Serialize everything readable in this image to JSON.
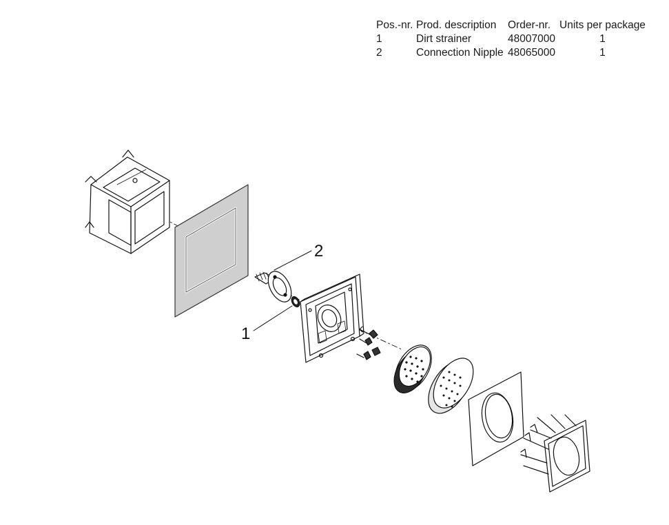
{
  "parts_table": {
    "headers": [
      "Pos.-nr.",
      "Prod. description",
      "Order-nr.",
      "Units per package"
    ],
    "rows": [
      {
        "pos": "1",
        "description": "Dirt strainer",
        "order_nr": "48007000",
        "units": "1"
      },
      {
        "pos": "2",
        "description": "Connection Nipple",
        "order_nr": "48065000",
        "units": "1"
      }
    ]
  },
  "callouts": [
    "1",
    "2"
  ]
}
